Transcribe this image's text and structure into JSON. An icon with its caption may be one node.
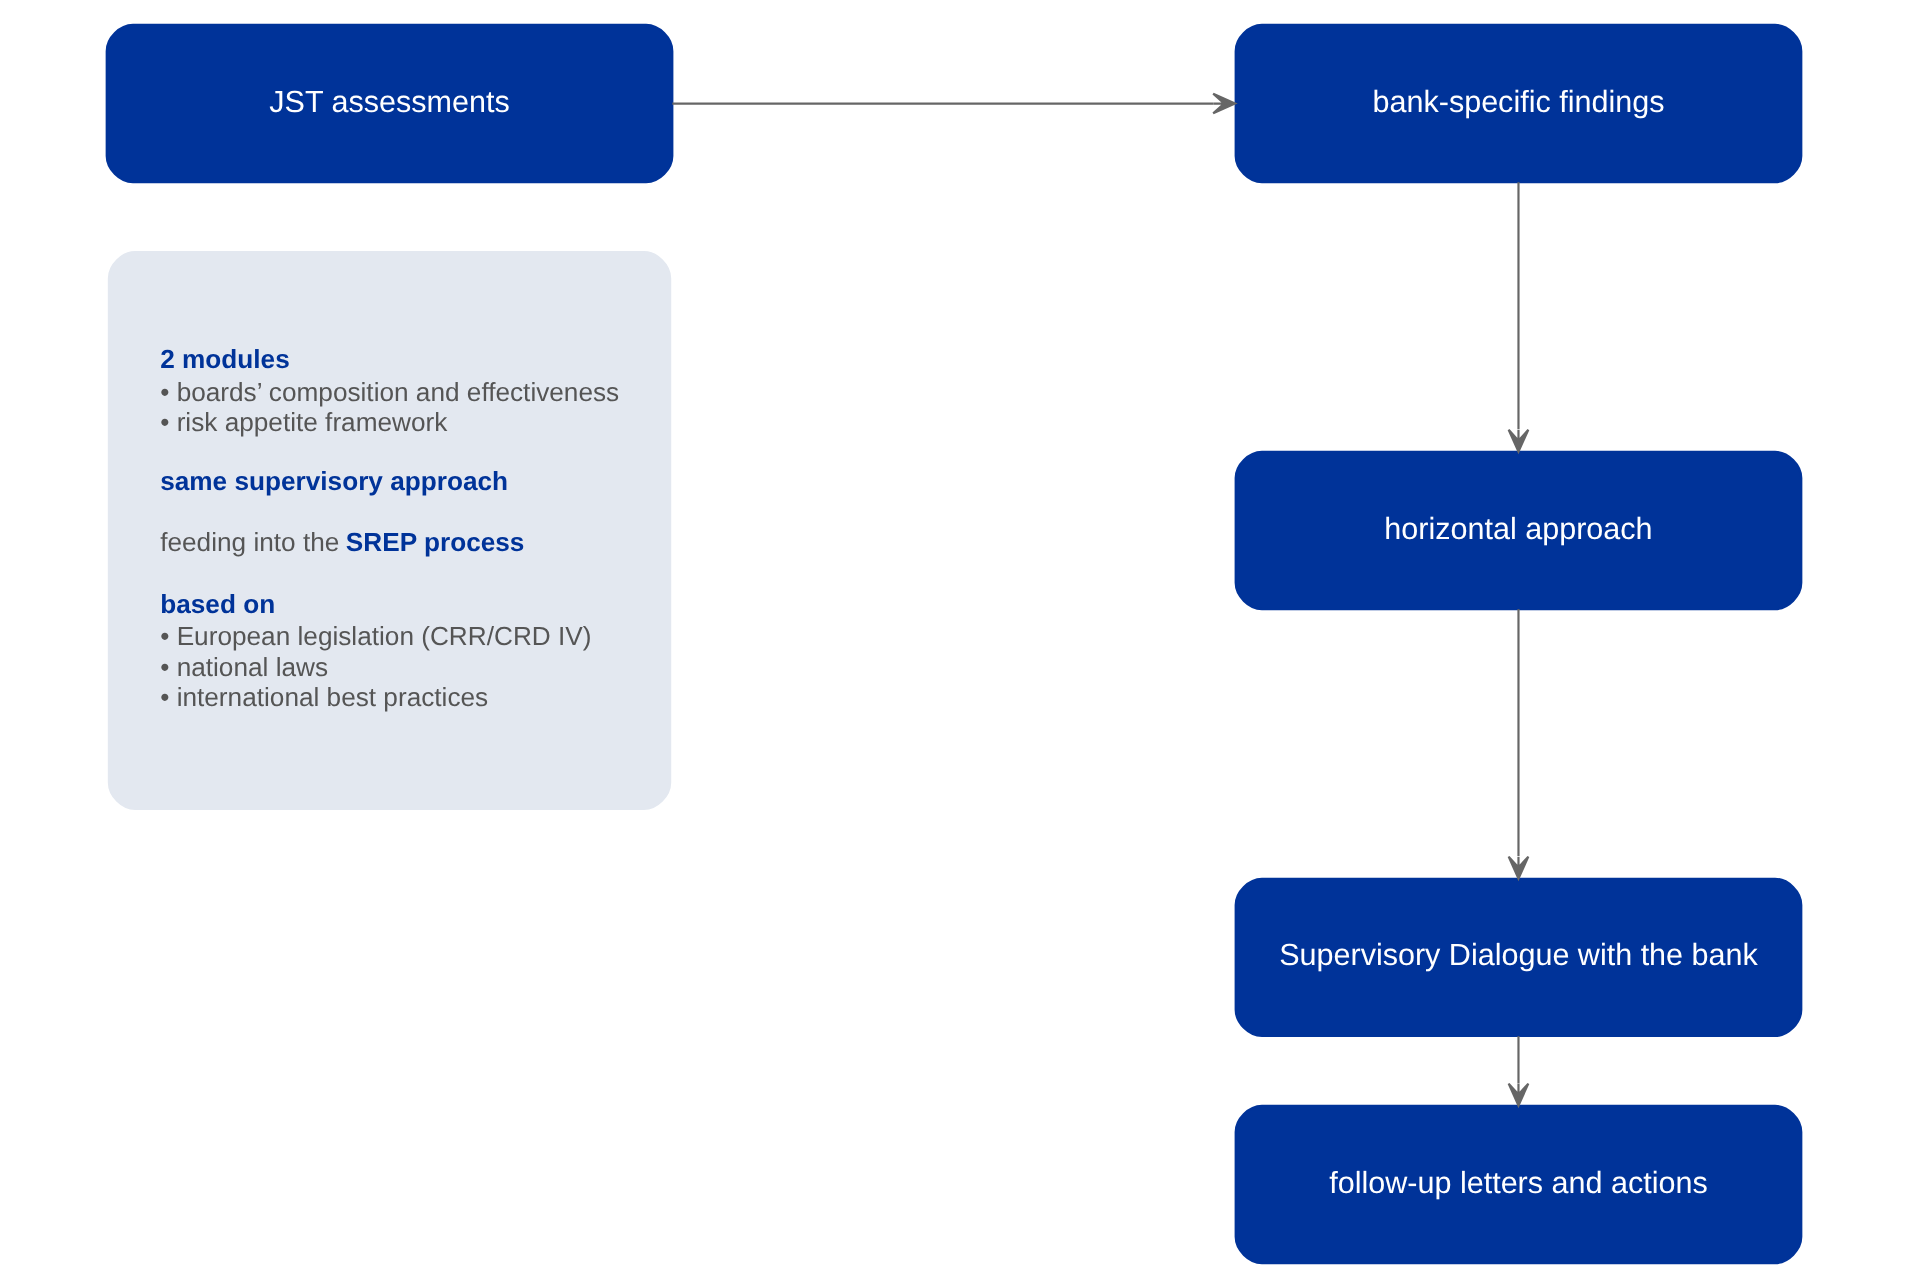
{
  "diagram": {
    "nodes": [
      {
        "text": [
          "JST assessments"
        ]
      },
      {
        "text": [
          "2 modules",
          "• boards’ composition and effectiveness",
          "• risk appetite framework",
          "same supervisory approach",
          "feeding into the **SREP process**",
          "based on",
          "• European legislation (CRR/CRD IV)",
          "• national laws",
          "• international best practices"
        ]
      },
      {
        "text": [
          "bank-specific findings"
        ]
      },
      {
        "text": [
          "horizontal approach"
        ]
      },
      {
        "text": [
          "Supervisory Dialogue with the bank"
        ]
      },
      {
        "text": [
          "follow-up letters and actions"
        ]
      }
    ],
    "edges": [
      {
        "from": 0,
        "to": 2,
        "arrow": "to"
      },
      {
        "from": 2,
        "to": 3,
        "arrow": "to"
      },
      {
        "from": 3,
        "to": 4,
        "arrow": "to"
      },
      {
        "from": 4,
        "to": 5,
        "arrow": "to"
      }
    ]
  }
}
